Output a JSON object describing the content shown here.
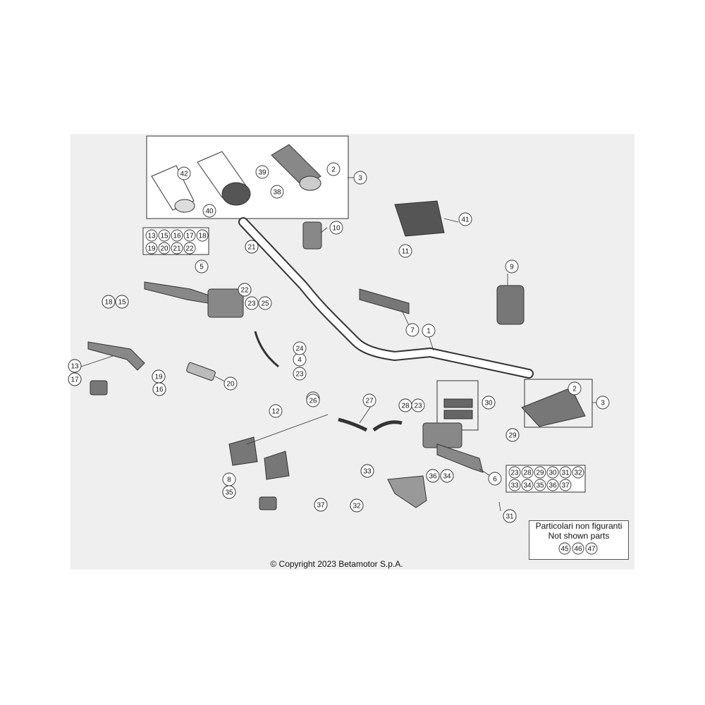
{
  "copyright": "© Copyright 2023 Betamotor S.p.A.",
  "not_shown": {
    "title_it": "Particolari non figuranti",
    "title_en": "Not shown parts",
    "parts": [
      "45",
      "46",
      "47"
    ]
  },
  "callouts": [
    "1",
    "2",
    "2",
    "3",
    "3",
    "4",
    "5",
    "6",
    "7",
    "8",
    "9",
    "10",
    "11",
    "12",
    "13",
    "13",
    "15",
    "15",
    "16",
    "16",
    "17",
    "17",
    "18",
    "18",
    "19",
    "19",
    "20",
    "21",
    "21",
    "22",
    "22",
    "23",
    "23",
    "23",
    "23",
    "24",
    "25",
    "26",
    "27",
    "28",
    "28",
    "29",
    "29",
    "30",
    "30",
    "31",
    "31",
    "32",
    "32",
    "33",
    "33",
    "34",
    "34",
    "35",
    "35",
    "36",
    "36",
    "37",
    "37",
    "38",
    "39",
    "40",
    "41",
    "42"
  ],
  "groups": {
    "left_kit": [
      "13",
      "15",
      "16",
      "17",
      "18",
      "19",
      "20",
      "21",
      "22"
    ],
    "right_kit": [
      "23",
      "28",
      "29",
      "30",
      "31",
      "32",
      "33",
      "34",
      "35",
      "36",
      "37"
    ]
  }
}
